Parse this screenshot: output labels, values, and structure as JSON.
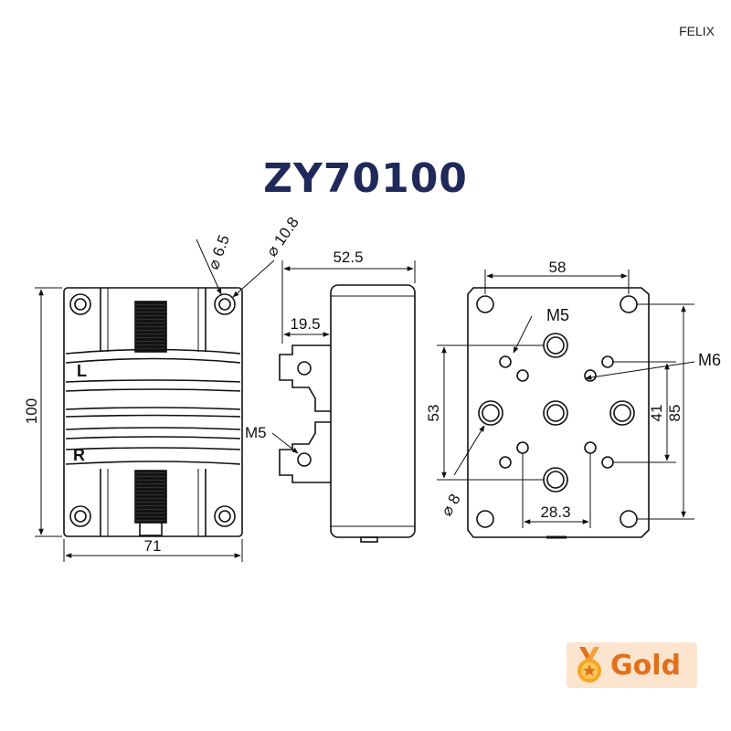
{
  "header": {
    "brand": "FELIX"
  },
  "title": "ZY70100",
  "badge": {
    "label": "Gold"
  },
  "dimensions": {
    "hole_small_dia": "6.5",
    "hole_large_dia": "10.8",
    "height_total": "100",
    "width_front": "71",
    "side_depth": "52.5",
    "side_offset": "19.5",
    "side_thread": "M5",
    "face_hole_spacing_h": "58",
    "face_height": "85",
    "face_inner_53": "53",
    "face_inner_41": "41",
    "face_spacing_28": "28.3",
    "face_port_dia": "8",
    "face_thread_m5": "M5",
    "face_thread_m6": "M6"
  },
  "front_marks": {
    "upper": "L",
    "lower": "R"
  },
  "colors": {
    "title": "#1f2a5a",
    "badge_bg": "#fde4cf",
    "badge_text": "#e1701a",
    "line": "#111111"
  }
}
